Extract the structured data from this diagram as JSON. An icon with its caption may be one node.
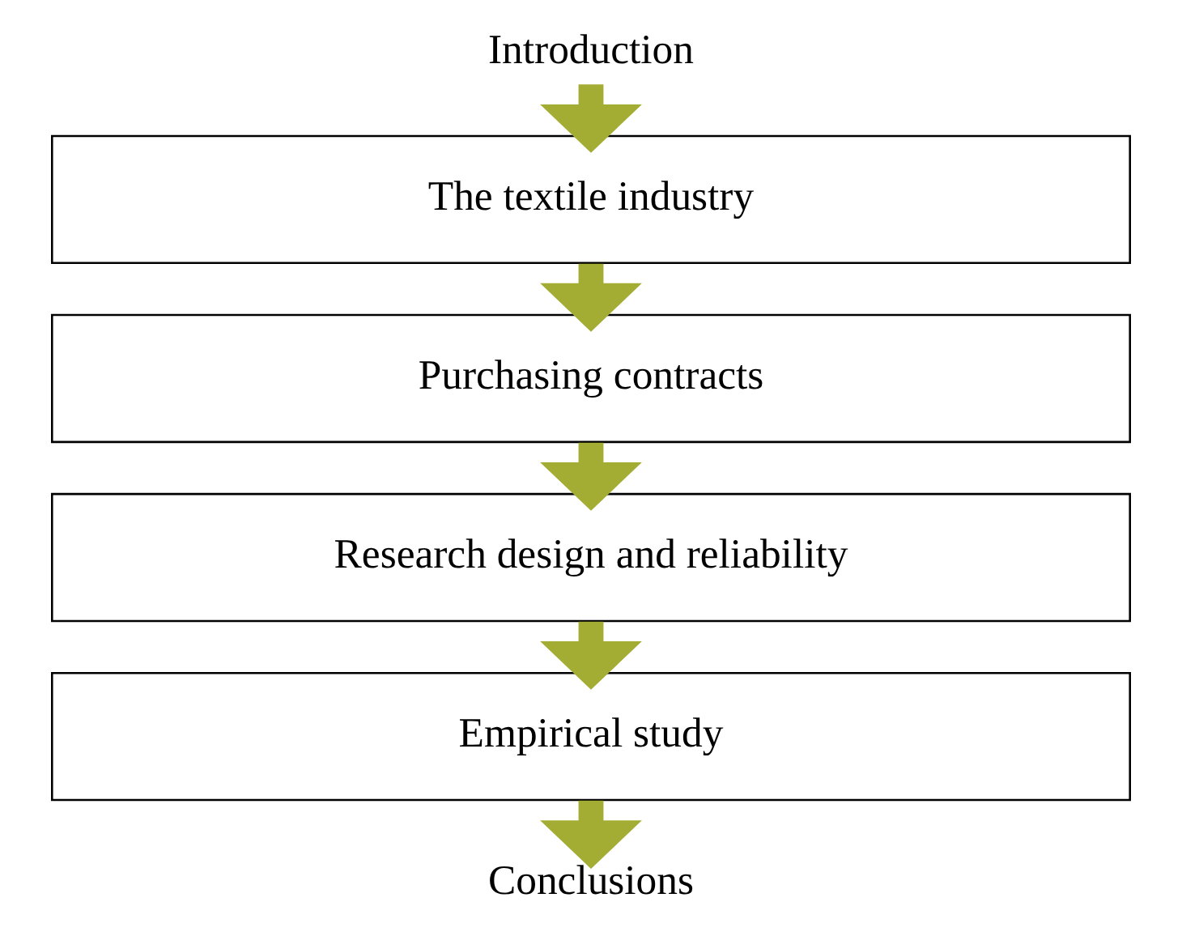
{
  "diagram": {
    "nodes": [
      {
        "text": [
          "Introduction"
        ]
      },
      {
        "text": [
          "The textile industry"
        ]
      },
      {
        "text": [
          "Purchasing contracts"
        ]
      },
      {
        "text": [
          "Research design and reliability"
        ]
      },
      {
        "text": [
          "Empirical study"
        ]
      },
      {
        "text": [
          "Conclusions"
        ]
      }
    ],
    "edges": [
      {
        "from": 0,
        "to": 1,
        "arrow": "to"
      },
      {
        "from": 1,
        "to": 2,
        "arrow": "to"
      },
      {
        "from": 2,
        "to": 3,
        "arrow": "to"
      },
      {
        "from": 3,
        "to": 4,
        "arrow": "to"
      },
      {
        "from": 4,
        "to": 5,
        "arrow": "to"
      }
    ]
  }
}
